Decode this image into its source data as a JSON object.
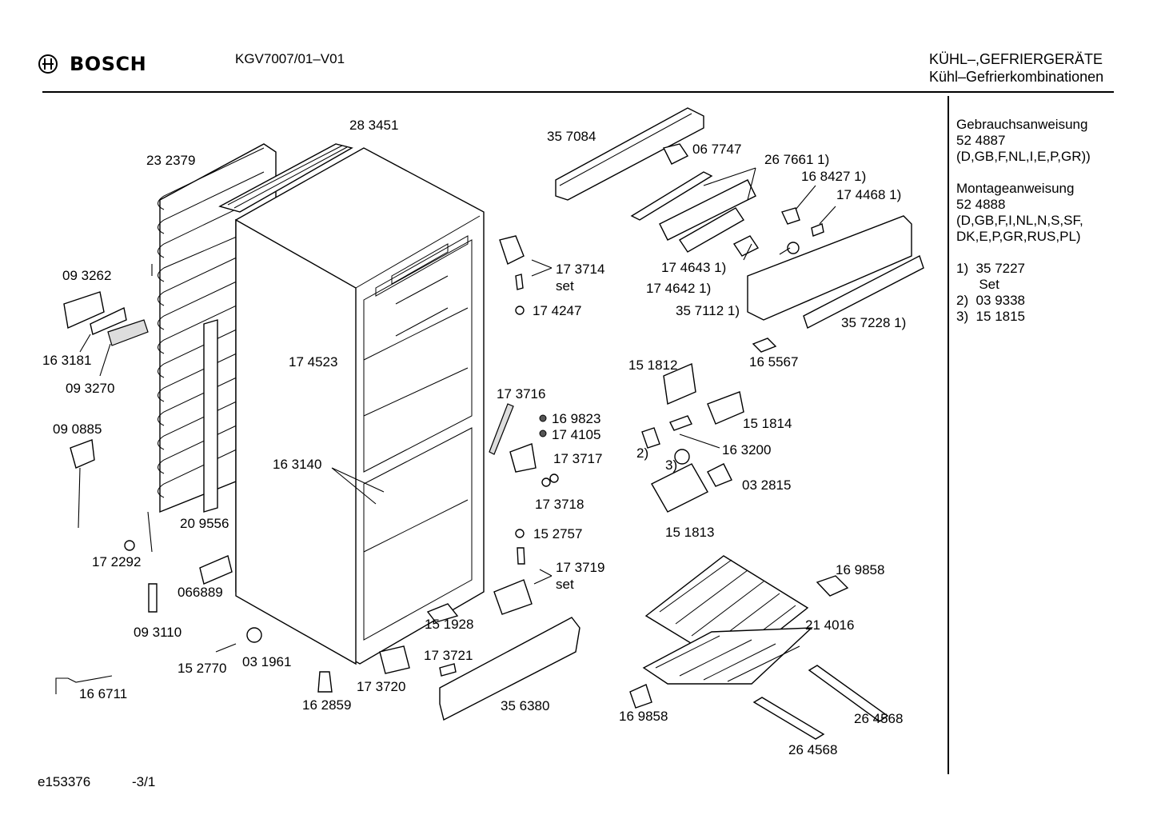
{
  "header": {
    "brand": "BOSCH",
    "model": "KGV7007/01–V01",
    "category_line1": "KÜHL–,GEFRIERGERÄTE",
    "category_line2": "Kühl–Gefrierkombinationen"
  },
  "side_notes": {
    "manual_title": "Gebrauchsanweisung",
    "manual_number": "52 4887",
    "manual_langs": "(D,GB,F,NL,I,E,P,GR))",
    "assembly_title": "Montageanweisung",
    "assembly_number": "52 4888",
    "assembly_langs_1": "(D,GB,F,I,NL,N,S,SF,",
    "assembly_langs_2": "DK,E,P,GR,RUS,PL)",
    "note1": "1)  35 7227",
    "note1_sub": "      Set",
    "note2": "2)  03 9338",
    "note3": "3)  15 1815"
  },
  "footer": {
    "drawing_id": "e153376",
    "page": "-3/1"
  },
  "parts": [
    {
      "id": "p01",
      "label": "28 3451"
    },
    {
      "id": "p02",
      "label": "23 2379"
    },
    {
      "id": "p03",
      "label": "35 7084"
    },
    {
      "id": "p04",
      "label": "06 7747"
    },
    {
      "id": "p05",
      "label": "26 7661 1)"
    },
    {
      "id": "p06",
      "label": "16 8427 1)"
    },
    {
      "id": "p07",
      "label": "17 4468 1)"
    },
    {
      "id": "p08",
      "label": "09 3262"
    },
    {
      "id": "p09",
      "label": "17 3714"
    },
    {
      "id": "p10",
      "label": "set"
    },
    {
      "id": "p11",
      "label": "17 4643 1)"
    },
    {
      "id": "p12",
      "label": "17 4642 1)"
    },
    {
      "id": "p13",
      "label": "17 4247"
    },
    {
      "id": "p14",
      "label": "35 7112 1)"
    },
    {
      "id": "p15",
      "label": "35 7228 1)"
    },
    {
      "id": "p16",
      "label": "16 3181"
    },
    {
      "id": "p17",
      "label": "17 4523"
    },
    {
      "id": "p18",
      "label": "16 5567"
    },
    {
      "id": "p19",
      "label": "09 3270"
    },
    {
      "id": "p20",
      "label": "15 1812"
    },
    {
      "id": "p21",
      "label": "17 3716"
    },
    {
      "id": "p22",
      "label": "15 1814"
    },
    {
      "id": "p23",
      "label": "09 0885"
    },
    {
      "id": "p24",
      "label": "16 9823"
    },
    {
      "id": "p25",
      "label": "17 4105"
    },
    {
      "id": "p26",
      "label": "16 3200"
    },
    {
      "id": "p27",
      "label": "16 3140"
    },
    {
      "id": "p28",
      "label": "17 3717"
    },
    {
      "id": "p29",
      "label": "2)"
    },
    {
      "id": "p30",
      "label": "3)"
    },
    {
      "id": "p31",
      "label": "03 2815"
    },
    {
      "id": "p32",
      "label": "17 3718"
    },
    {
      "id": "p33",
      "label": "20 9556"
    },
    {
      "id": "p34",
      "label": "15 1813"
    },
    {
      "id": "p35",
      "label": "15 2757"
    },
    {
      "id": "p36",
      "label": "17 2292"
    },
    {
      "id": "p37",
      "label": "16 9858"
    },
    {
      "id": "p38",
      "label": "17 3719"
    },
    {
      "id": "p39",
      "label": "set"
    },
    {
      "id": "p40",
      "label": "066889"
    },
    {
      "id": "p41",
      "label": "21 4016"
    },
    {
      "id": "p42",
      "label": "15 1928"
    },
    {
      "id": "p43",
      "label": "09 3110"
    },
    {
      "id": "p44",
      "label": "17 3721"
    },
    {
      "id": "p45",
      "label": "15 2770"
    },
    {
      "id": "p46",
      "label": "03 1961"
    },
    {
      "id": "p47",
      "label": "17 3720"
    },
    {
      "id": "p48",
      "label": "35 6380"
    },
    {
      "id": "p49",
      "label": "16 6711"
    },
    {
      "id": "p50",
      "label": "16 2859"
    },
    {
      "id": "p51",
      "label": "16 9858"
    },
    {
      "id": "p52",
      "label": "26 4568"
    },
    {
      "id": "p53",
      "label": "26 4568"
    }
  ]
}
